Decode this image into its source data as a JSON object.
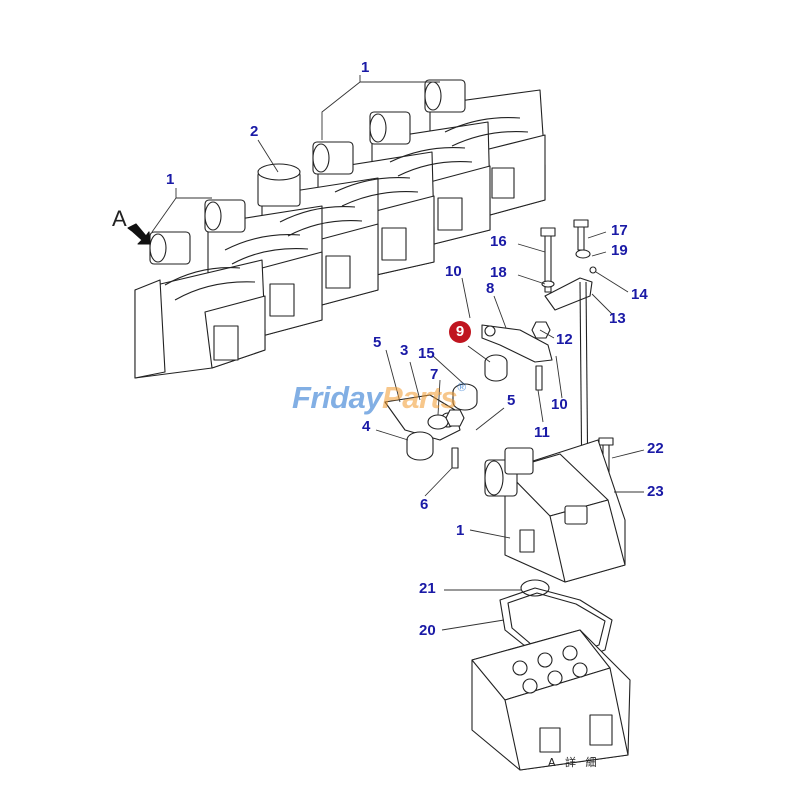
{
  "diagram": {
    "view_letter": "A",
    "view_caption": "A 詳 細",
    "watermark": {
      "part1": "Friday",
      "part2": "Parts",
      "part3": "®"
    },
    "selected_callout": "9",
    "callouts": {
      "c1_top": "1",
      "c1_left": "1",
      "c1_detail": "1",
      "c2": "2",
      "c3": "3",
      "c4": "4",
      "c5_left": "5",
      "c5_right": "5",
      "c6": "6",
      "c7": "7",
      "c8": "8",
      "c9": "9",
      "c10_top": "10",
      "c10_right": "10",
      "c11": "11",
      "c12": "12",
      "c13": "13",
      "c14": "14",
      "c15": "15",
      "c16": "16",
      "c17": "17",
      "c18": "18",
      "c19": "19",
      "c20": "20",
      "c21": "21",
      "c22": "22",
      "c23": "23"
    },
    "colors": {
      "callout_text": "#1a1aa6",
      "selected_fill": "#c0151f",
      "line_art": "#222222"
    }
  }
}
